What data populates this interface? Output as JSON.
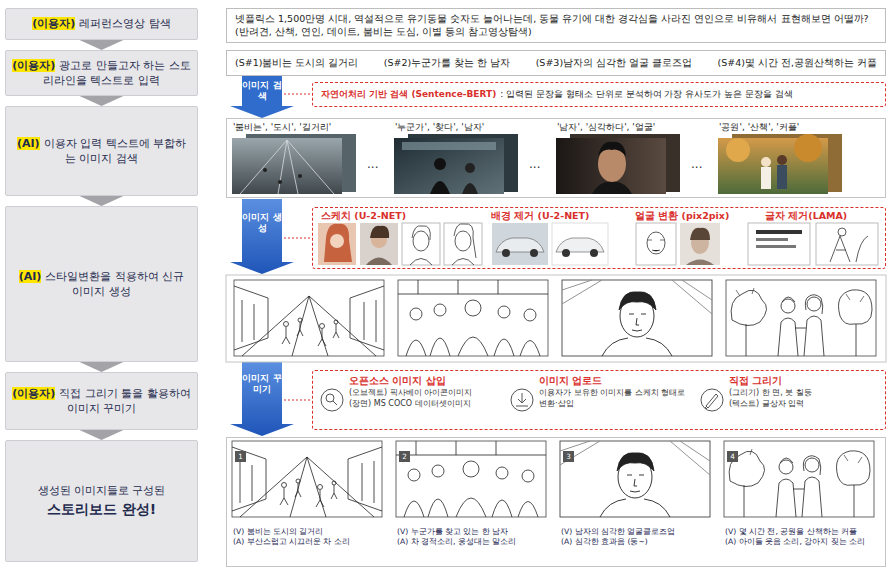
{
  "diagram": {
    "nodes": [
      {
        "text": [
          "(이용자)",
          "레퍼런스영상 탐색"
        ]
      },
      {
        "text": [
          "(이용자)",
          "광고로 만들고자 하는 스토리라인을 텍스트로 입력"
        ]
      },
      {
        "text": [
          "(AI)",
          "이용자 입력 텍스트에 부합하는 이미지 검색"
        ]
      },
      {
        "text": [
          "(AI)",
          "스타일변환을 적용하여 신규 이미지 생성"
        ]
      },
      {
        "text": [
          "(이용자)",
          "직접 그리기 툴을 활용하여 이미지 꾸미기"
        ]
      },
      {
        "text": [
          "생성된 이미지들로 구성된",
          "스토리보드 완성!"
        ]
      },
      {
        "text": [
          "넷플릭스 1,500만명 시대, 역설적으로 유기동물 숫자도 늘어나는데, 동물 유기에 대한 경각심을 사라진 연인으로 비유해서 표현해보면 어떨까? (반려견, 산책, 연인, 데이트, 붐비는 도심, 이별 등의 참고영상탐색)"
        ]
      },
      {
        "text": [
          "(S#1)붐비는 도시의 길거리",
          "(S#2)누군가를 찾는 한 남자",
          "(S#3)남자의 심각한 얼굴 클로즈업",
          "(S#4)몇 시간 전,공원산책하는 커플"
        ]
      },
      {
        "text": [
          "자연어처리 기반 검색 (Sentence-BERT)",
          ": 입력된 문장을 형태소 단위로 분석하여 가장 유사도가 높은 문장을 검색"
        ]
      },
      {
        "text": [
          "'붐비는', '도시', '길거리'",
          "···",
          "'누군가', '찾다', '남자'",
          "···",
          "'남자', '심각하다', '얼굴'",
          "···",
          "'공원', '산책', '커플'"
        ]
      },
      {
        "text": [
          "스케치 (U-2-NET)",
          "배경 제거 (U-2-NET)",
          "얼굴 변환 (pix2pix)",
          "글자 제거(LAMA)"
        ]
      },
      {
        "text": [
          "오픈소스 이미지 삽입",
          "(오브젝트) 픽사베이 아이콘이미지",
          "(장면) MS COCO 데이터셋이미지",
          "이미지 업로드",
          "이용자가 보유한 이미지를 스케치 형태로 변환·삽입",
          "직접 그리기",
          "(그리기) 한 면, 붓 칠등",
          "(텍스트) 글상자 입력"
        ]
      },
      {
        "text": [
          "1",
          "(V) 붐비는 도시의 길거리",
          "(A) 부산스럽고 시끄러운 차 소리",
          "2",
          "(V) 누군가를 찾고 있는 한 남자",
          "(A) 차 경적소리, 웅성대는 말소리",
          "3",
          "(V) 남자의 심각한 얼굴클로즈업",
          "(A) 심각한 효과음 (둥~)",
          "4",
          "(V) 몇 시간 전, 공원을 산책하는 커플",
          "(A) 아이들 웃음 소리, 강아지 짖는 소리"
        ]
      }
    ],
    "edges": [
      {
        "from": 0,
        "to": 1,
        "arrow": "to"
      },
      {
        "from": 1,
        "to": 2,
        "arrow": "to"
      },
      {
        "from": 2,
        "to": 3,
        "arrow": "to"
      },
      {
        "from": 3,
        "to": 4,
        "arrow": "to"
      },
      {
        "from": 4,
        "to": 5,
        "arrow": "to"
      },
      {
        "from": 7,
        "to": 9,
        "label": "이미지 검색",
        "arrow": "to"
      }
    ],
    "labels": [
      "이미지 생성",
      "이미지 꾸미기"
    ]
  }
}
